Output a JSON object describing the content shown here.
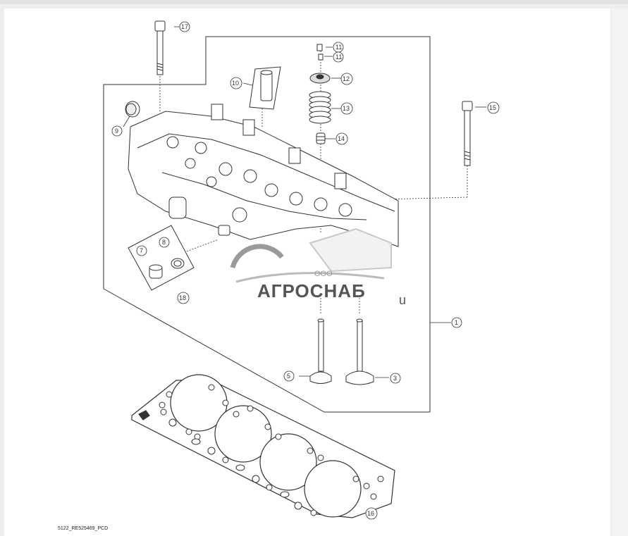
{
  "figure": {
    "id_label": "5122_RE525469_PCD"
  },
  "callouts": [
    {
      "key": "c17",
      "label": "17"
    },
    {
      "key": "c11a",
      "label": "11"
    },
    {
      "key": "c11b",
      "label": "11"
    },
    {
      "key": "c10",
      "label": "10"
    },
    {
      "key": "c12",
      "label": "12"
    },
    {
      "key": "c13",
      "label": "13"
    },
    {
      "key": "c15",
      "label": "15"
    },
    {
      "key": "c9",
      "label": "9"
    },
    {
      "key": "c14",
      "label": "14"
    },
    {
      "key": "c7",
      "label": "7"
    },
    {
      "key": "c8",
      "label": "8"
    },
    {
      "key": "c18",
      "label": "18"
    },
    {
      "key": "c1",
      "label": "1"
    },
    {
      "key": "c5",
      "label": "5"
    },
    {
      "key": "c3",
      "label": "3"
    },
    {
      "key": "c16",
      "label": "16"
    }
  ],
  "watermark": {
    "company_prefix": "ООО",
    "company_name": "АГРОСНАБ",
    "suffix": "u"
  },
  "colors": {
    "line": "#333333",
    "watermark_gray": "#9a9a9a",
    "watermark_light": "#c8c8c8"
  }
}
